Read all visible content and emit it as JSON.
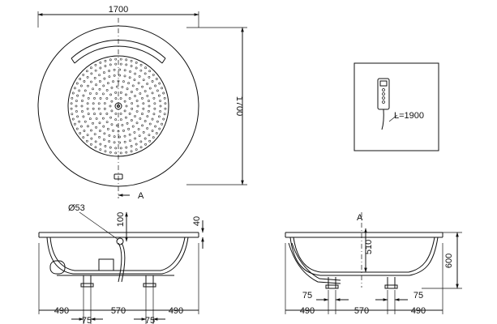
{
  "top_view": {
    "width_label": "1700",
    "height_label": "1700",
    "section_mark": "A"
  },
  "remote": {
    "cable_length_label": "L=1900"
  },
  "front_view": {
    "drain_label": "Ø53",
    "drain_height_label": "100",
    "rim_label": "40",
    "dims_bottom": [
      "490",
      "570",
      "490"
    ],
    "foot_label": "75"
  },
  "side_view": {
    "section_mark": "A",
    "inner_depth_label": "510",
    "total_height_label": "600",
    "dims_bottom": [
      "490",
      "570",
      "490"
    ],
    "foot_label": "75"
  }
}
